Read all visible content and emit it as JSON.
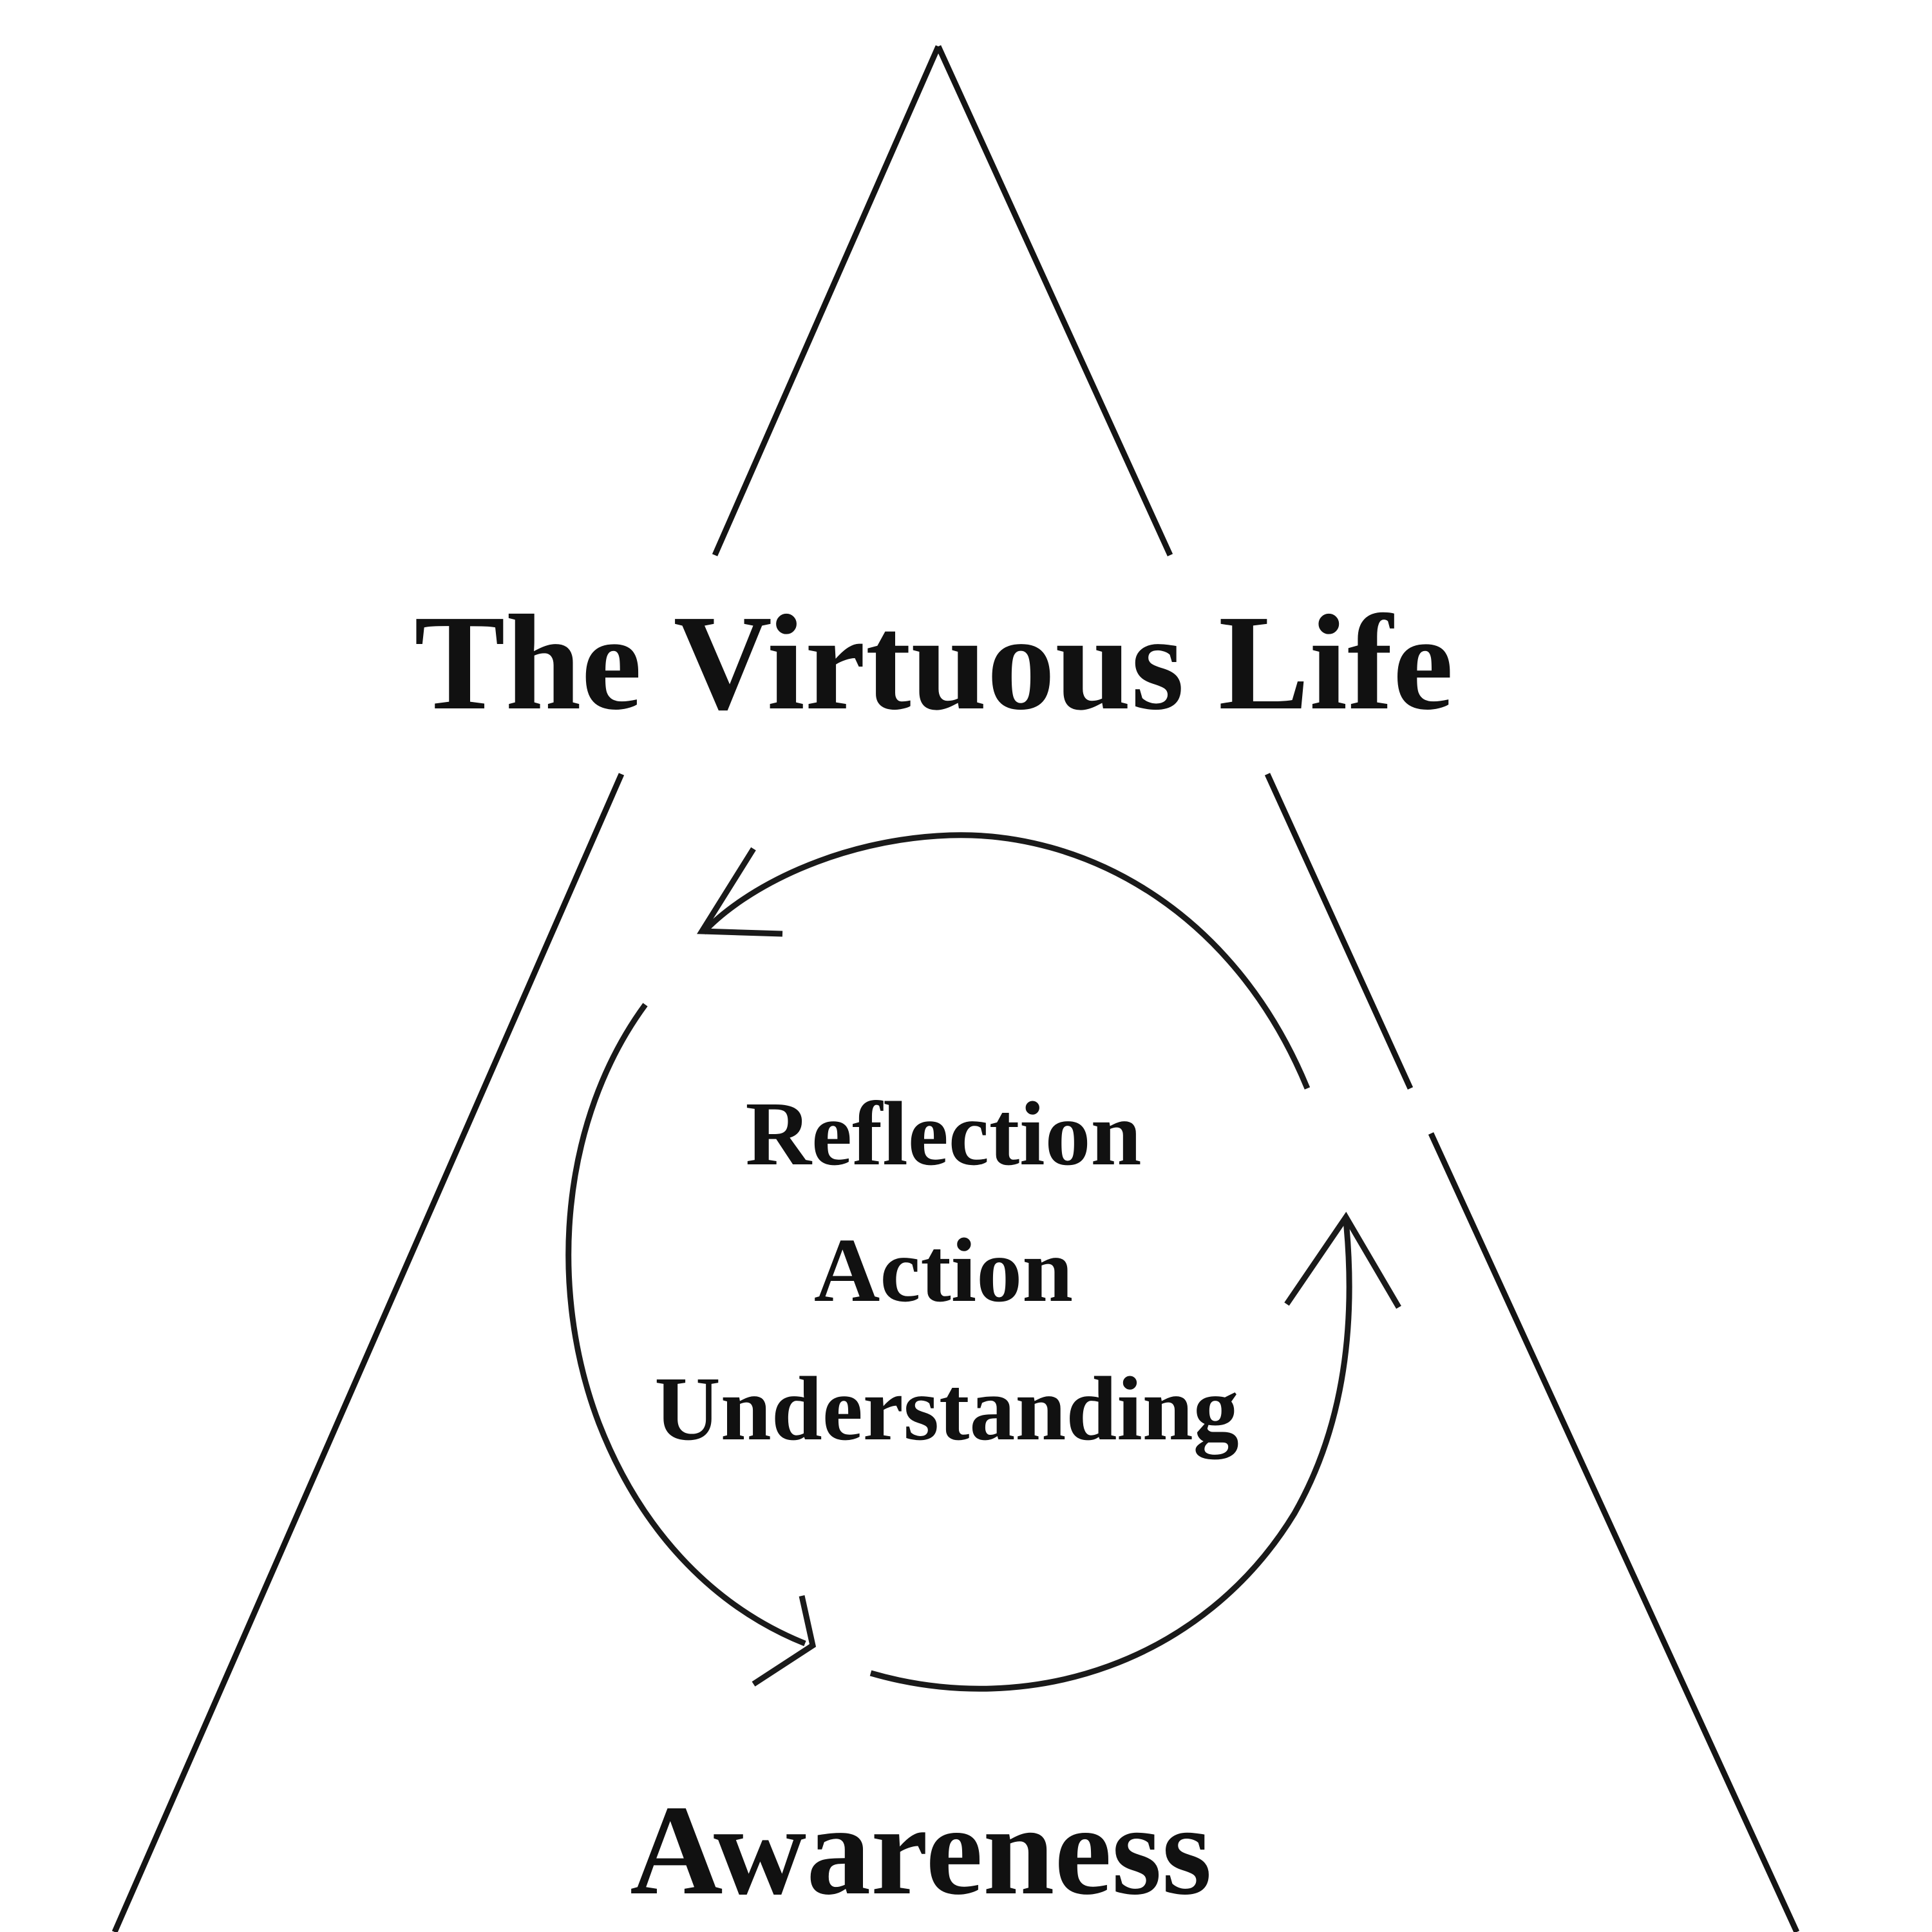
{
  "diagram": {
    "apex_label": "The Virtuous Life",
    "cycle_labels": [
      "Reflection",
      "Action",
      "Understanding"
    ],
    "base_label": "Awareness",
    "colors": {
      "background": "#ffffff",
      "ink": "#141414"
    }
  }
}
